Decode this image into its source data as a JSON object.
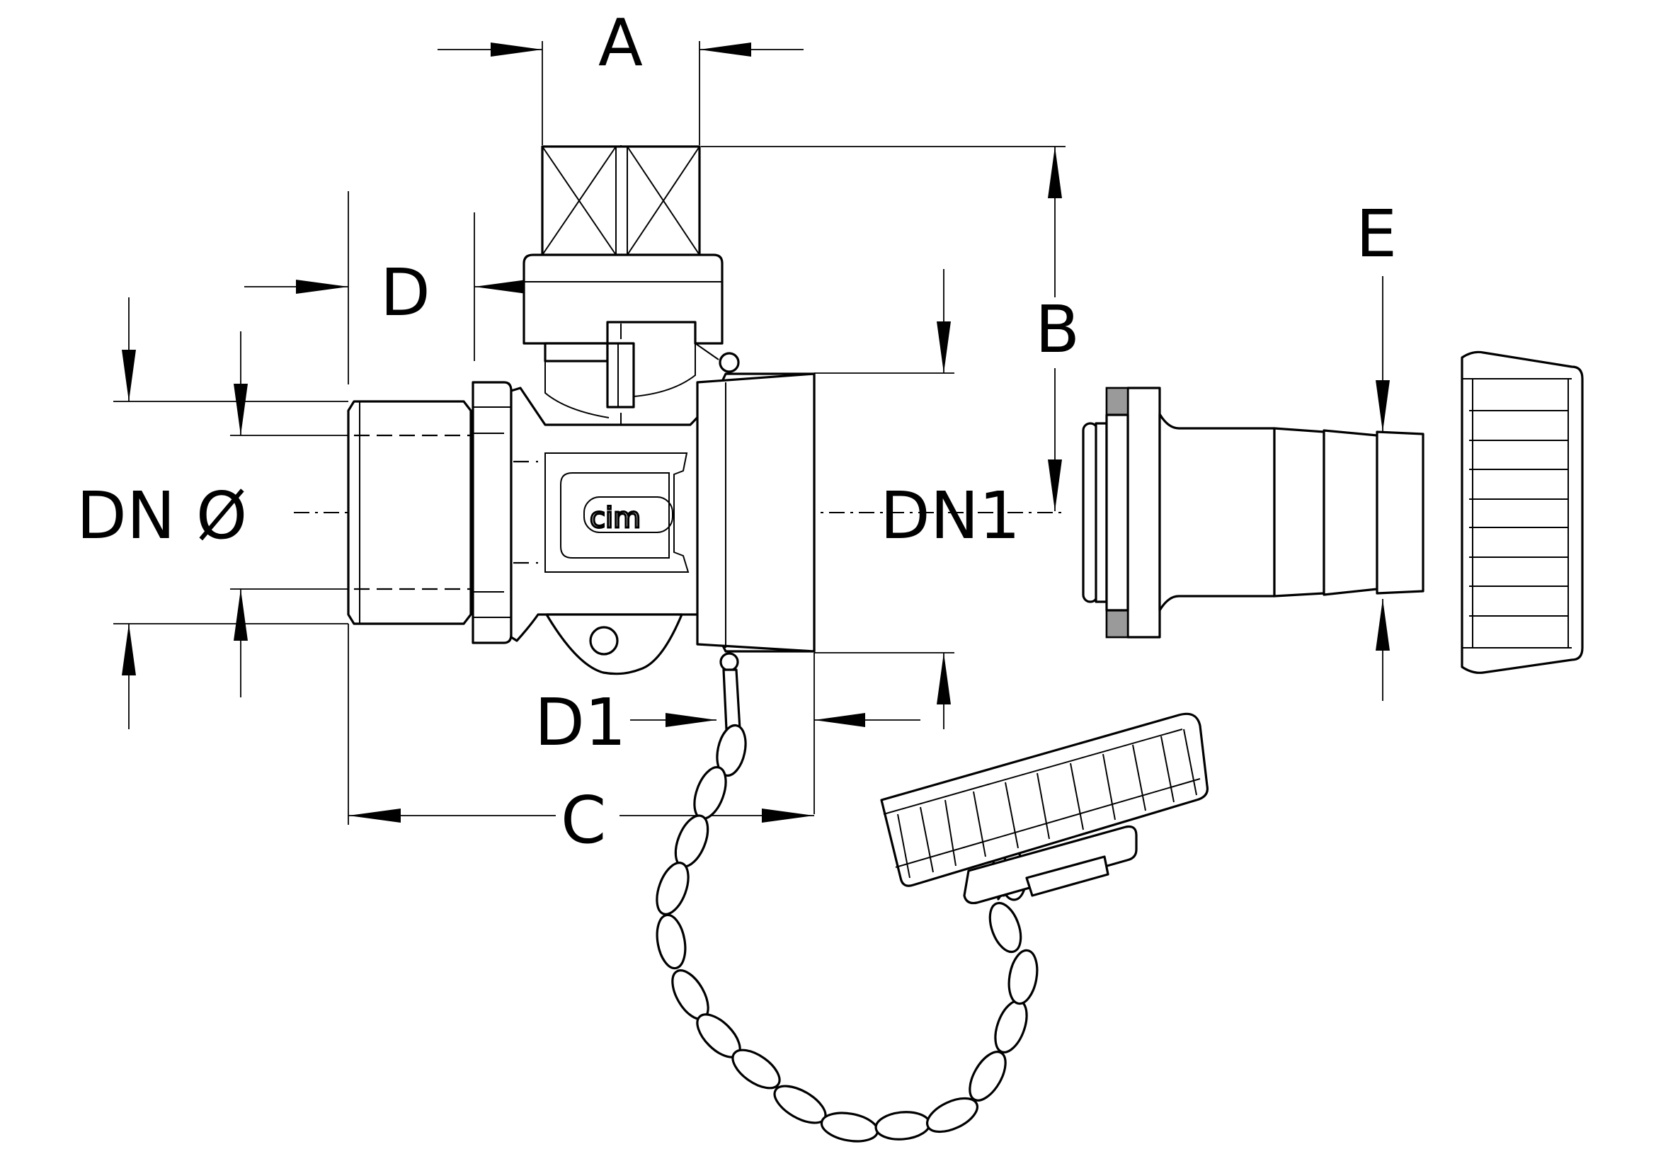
{
  "labels": {
    "a": "A",
    "b": "B",
    "c": "C",
    "d": "D",
    "d1": "D1",
    "e": "E",
    "dn": "DN Ø",
    "dn1": "DN1"
  },
  "logo": "cim",
  "colors": {
    "line": "#000000",
    "background": "#ffffff",
    "hatch": "#9a9a9a"
  }
}
